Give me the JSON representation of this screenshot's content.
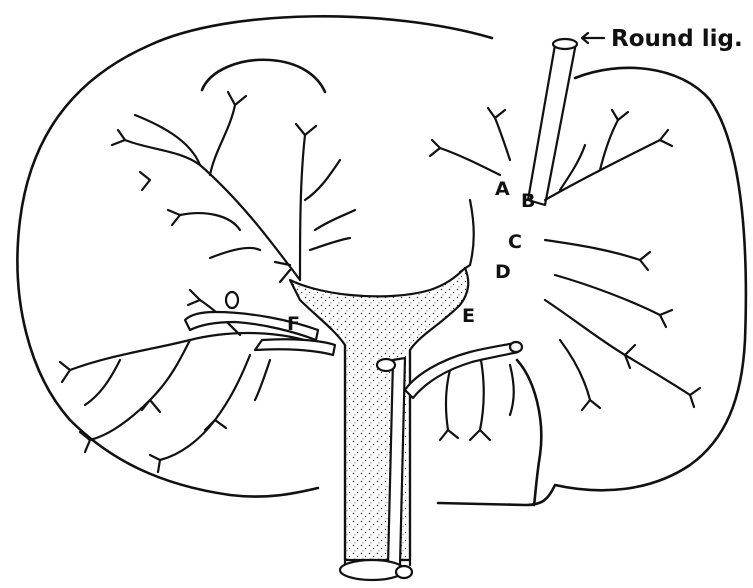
{
  "labels": {
    "round_lig": "Round lig.",
    "a": "A",
    "b": "B",
    "c": "C",
    "d": "D",
    "e": "E",
    "f": "F"
  }
}
